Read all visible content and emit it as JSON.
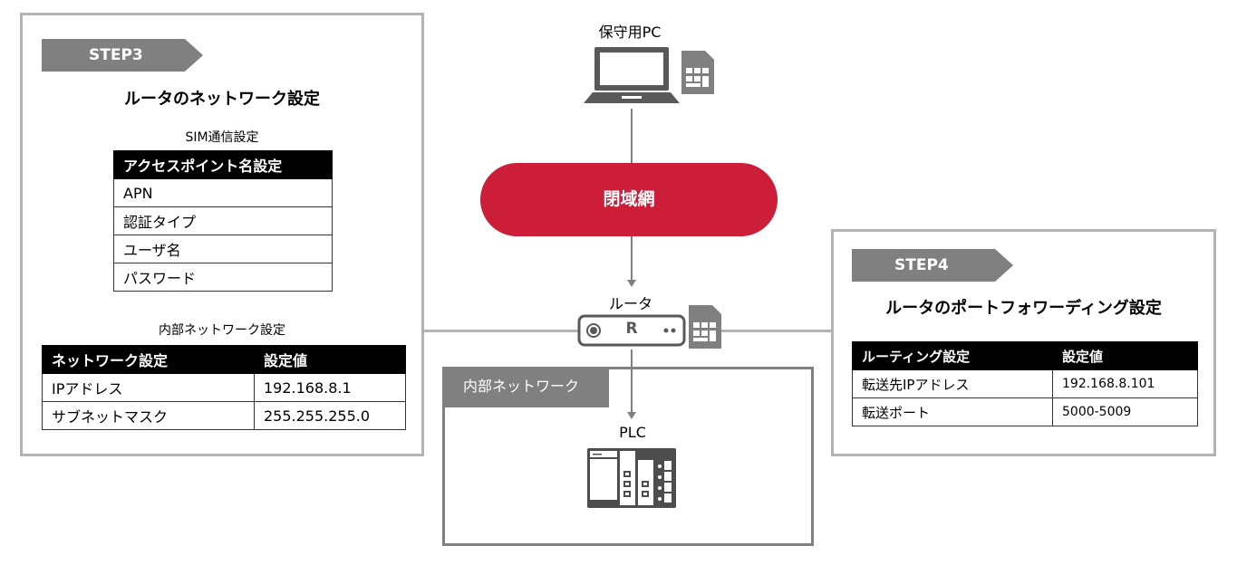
{
  "step3": {
    "tag": "STEP3",
    "title": "ルータのネットワーク設定",
    "sim_caption": "SIM通信設定",
    "apn_table": {
      "header": "アクセスポイント名設定",
      "rows": [
        "APN",
        "認証タイプ",
        "ユーザ名",
        "パスワード"
      ]
    },
    "lan_caption": "内部ネットワーク設定",
    "lan_table": {
      "headers": [
        "ネットワーク設定",
        "設定値"
      ],
      "rows": [
        [
          "IPアドレス",
          "192.168.8.1"
        ],
        [
          "サブネットマスク",
          "255.255.255.0"
        ]
      ]
    }
  },
  "step4": {
    "tag": "STEP4",
    "title": "ルータのポートフォワーディング設定",
    "routing_table": {
      "headers": [
        "ルーティング設定",
        "設定値"
      ],
      "rows": [
        [
          "転送先IPアドレス",
          "192.168.8.101"
        ],
        [
          "転送ポート",
          "5000-5009"
        ]
      ]
    }
  },
  "network": {
    "pc_label": "保守用PC",
    "closed_network_label": "閉域網",
    "router_label": "ルータ",
    "router_glyph": "R",
    "internal_network_label": "内部ネットワーク",
    "plc_label": "PLC"
  },
  "colors": {
    "accent_red": "#cc1e39",
    "tag_gray": "#808080",
    "panel_border": "#b3b3b3"
  }
}
